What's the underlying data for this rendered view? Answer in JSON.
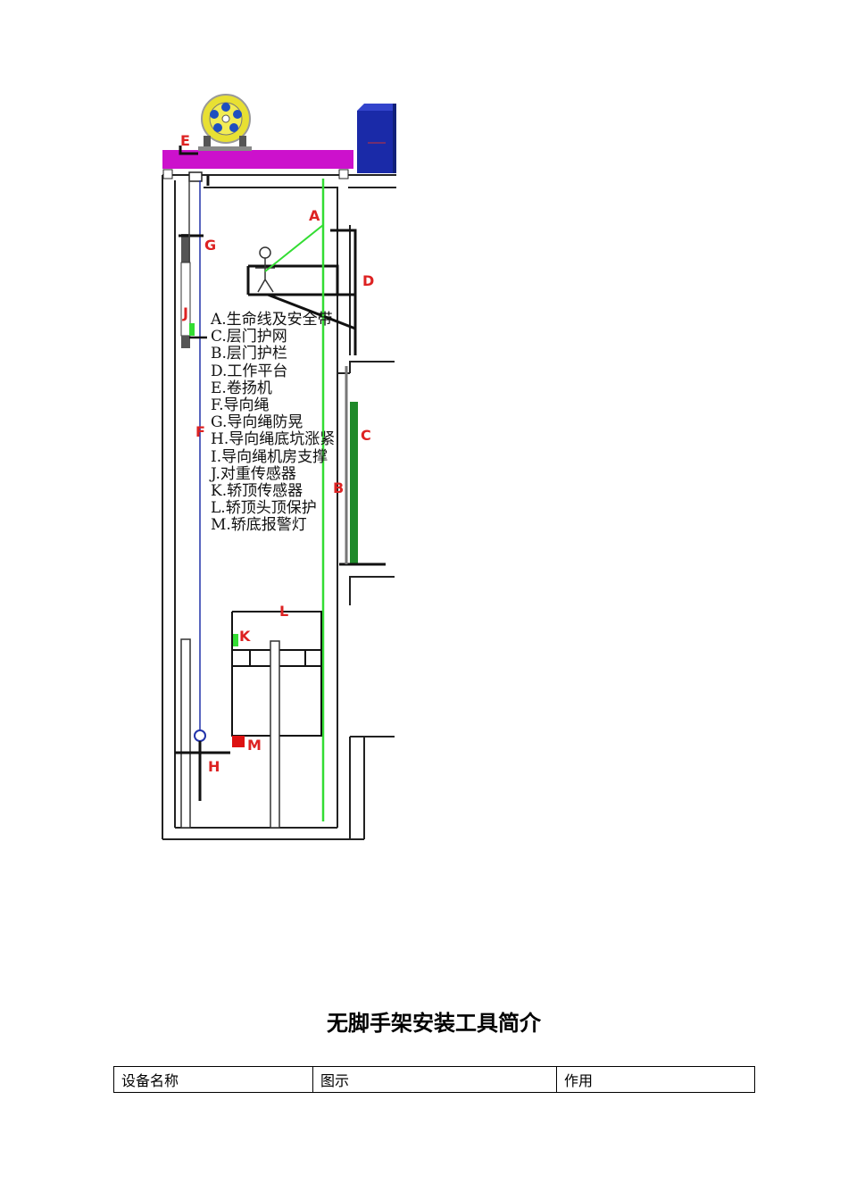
{
  "figure": {
    "labels": {
      "a": "A",
      "b": "B",
      "c": "C",
      "d": "D",
      "e": "E",
      "f": "F",
      "g": "G",
      "h": "H",
      "i": "I",
      "j": "J",
      "k": "K",
      "l": "L",
      "m": "M"
    },
    "legend": [
      "A.生命线及安全带",
      "C.层门护网",
      "B.层门护栏",
      "D.工作平台",
      "E.卷扬机",
      "F.导向绳",
      "G.导向绳防晃",
      "H.导向绳底坑涨紧",
      "I.导向绳机房支撑",
      "J.对重传感器",
      "K.轿顶传感器",
      "L.轿顶头顶保护",
      "M.轿底报警灯"
    ],
    "colors": {
      "beam": "#cc11cc",
      "cabinet": "#1a2aa8",
      "lifeline": "#33dd33",
      "guide_rope": "#2233aa",
      "door_guard": "#1f8a2a",
      "alarm_lamp": "#dd1111",
      "label": "#dd2222"
    }
  },
  "section": {
    "title": "无脚手架安装工具简介"
  },
  "table": {
    "headers": [
      "设备名称",
      "图示",
      "作用"
    ]
  }
}
